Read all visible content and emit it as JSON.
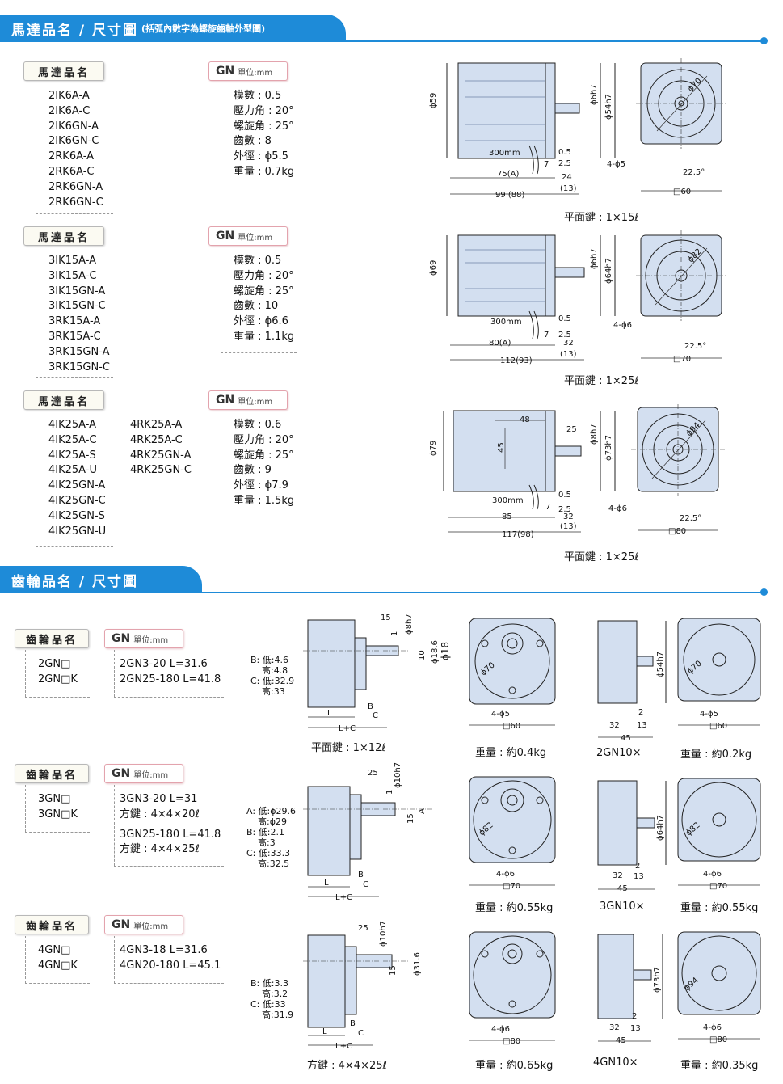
{
  "section1": {
    "title": "馬達品名 / 尺寸圖",
    "subtitle": "(括弧內數字為螺旋齒軸外型圖)"
  },
  "section2": {
    "title": "齒輪品名 / 尺寸圖"
  },
  "labels": {
    "motor_name": "馬達品名",
    "gear_name": "齒輪品名",
    "gn": "GN",
    "unit": "單位:mm"
  },
  "motors": [
    {
      "models_col1": [
        "2IK6A-A",
        "2IK6A-C",
        "2IK6GN-A",
        "2IK6GN-C",
        "2RK6A-A",
        "2RK6A-C",
        "2RK6GN-A",
        "2RK6GN-C"
      ],
      "models_col2": [],
      "specs": [
        "模數 : 0.5",
        "壓力角 : 20°",
        "螺旋角 : 25°",
        "齒數 : 8",
        "外徑 : ϕ5.5",
        "重量 : 0.7kg"
      ],
      "caption": "平面鍵 : 1×15ℓ",
      "dims": {
        "dia": "ϕ59",
        "shaft1": "ϕ6h7",
        "shaft2": "ϕ54h7",
        "lead": "300mm",
        "d05": "0.5",
        "d7": "7",
        "d25": "2.5",
        "len_a": "75(A)",
        "d24": "24",
        "len_total": "99 (88)",
        "d13": "(13)",
        "circle": "ϕ70",
        "holes": "4-ϕ5",
        "angle": "22.5°",
        "square": "□60"
      }
    },
    {
      "models_col1": [
        "3IK15A-A",
        "3IK15A-C",
        "3IK15GN-A",
        "3IK15GN-C",
        "3RK15A-A",
        "3RK15A-C",
        "3RK15GN-A",
        "3RK15GN-C"
      ],
      "models_col2": [],
      "specs": [
        "模數 : 0.5",
        "壓力角 : 20°",
        "螺旋角 : 25°",
        "齒數 : 10",
        "外徑 : ϕ6.6",
        "重量 : 1.1kg"
      ],
      "caption": "平面鍵 : 1×25ℓ",
      "dims": {
        "dia": "ϕ69",
        "shaft1": "ϕ6h7",
        "shaft2": "ϕ64h7",
        "lead": "300mm",
        "d05": "0.5",
        "d7": "7",
        "d25": "2.5",
        "len_a": "80(A)",
        "d24": "32",
        "len_total": "112(93)",
        "d13": "(13)",
        "circle": "ϕ82",
        "holes": "4-ϕ6",
        "angle": "22.5°",
        "square": "□70"
      }
    },
    {
      "models_col1": [
        "4IK25A-A",
        "4IK25A-C",
        "4IK25A-S",
        "4IK25A-U",
        "4IK25GN-A",
        "4IK25GN-C",
        "4IK25GN-S",
        "4IK25GN-U"
      ],
      "models_col2": [
        "4RK25A-A",
        "4RK25A-C",
        "4RK25GN-A",
        "4RK25GN-C"
      ],
      "specs": [
        "模數 : 0.6",
        "壓力角 : 20°",
        "螺旋角 : 25°",
        "齒數 : 9",
        "外徑 : ϕ7.9",
        "重量 : 1.5kg"
      ],
      "caption": "平面鍵 : 1×25ℓ",
      "dims": {
        "dia": "ϕ79",
        "shaft1": "ϕ8h7",
        "shaft2": "ϕ73h7",
        "lead": "300mm",
        "d05": "0.5",
        "d7": "7",
        "d25": "2.5",
        "len_a": "85",
        "d24": "32",
        "len_total": "117(98)",
        "d13": "(13)",
        "d48": "48",
        "d45": "45",
        "d25b": "25",
        "circle": "ϕ94",
        "holes": "4-ϕ6",
        "angle": "22.5°",
        "square": "□80"
      }
    }
  ],
  "gears": [
    {
      "names": [
        "2GN□",
        "2GN□K"
      ],
      "specs": [
        "2GN3-20 L=31.6",
        "2GN25-180 L=41.8"
      ],
      "note": "B: 低:4.6\n    高:4.8\nC: 低:32.9\n    高:33",
      "caption": "平面鍵 : 1×12ℓ",
      "weight1": "重量 : 約0.4kg",
      "decimal_caption": "2GN10×",
      "weight2": "重量 : 約0.2kg",
      "dims": {
        "d15": "15",
        "d1": "1",
        "shaft": "ϕ8h7",
        "d10": "10",
        "d186": "ϕ18.6",
        "d18": "ϕ18",
        "L": "L",
        "B": "B",
        "C": "C",
        "LC": "L+C",
        "circle": "ϕ70",
        "holes": "4-ϕ5",
        "square": "□60",
        "d54": "ϕ54h7",
        "d32": "32",
        "d2": "2",
        "d13": "13",
        "d45": "45"
      }
    },
    {
      "names": [
        "3GN□",
        "3GN□K"
      ],
      "specs": [
        "3GN3-20 L=31",
        "方鍵 : 4×4×20ℓ",
        "3GN25-180 L=41.8",
        "方鍵 : 4×4×25ℓ"
      ],
      "note": "A: 低:ϕ29.6\n    高:ϕ29\nB: 低:2.1\n    高:3\nC: 低:33.3\n    高:32.5",
      "caption": "",
      "weight1": "重量 : 約0.55kg",
      "decimal_caption": "3GN10×",
      "weight2": "重量 : 約0.55kg",
      "dims": {
        "d15": "25",
        "d1": "1",
        "shaft": "ϕ10h7",
        "d10": "15",
        "d186": "A",
        "d18": "",
        "L": "L",
        "B": "B",
        "C": "C",
        "LC": "L+C",
        "circle": "ϕ82",
        "holes": "4-ϕ6",
        "square": "□70",
        "d54": "ϕ64h7",
        "d32": "32",
        "d2": "2",
        "d13": "13",
        "d45": "45"
      }
    },
    {
      "names": [
        "4GN□",
        "4GN□K"
      ],
      "specs": [
        "4GN3-18 L=31.6",
        "4GN20-180 L=45.1"
      ],
      "note": "B: 低:3.3\n    高:3.2\nC: 低:33\n    高:31.9",
      "caption": "方鍵 : 4×4×25ℓ",
      "weight1": "重量 : 約0.65kg",
      "decimal_caption": "4GN10×",
      "weight2": "重量 : 約0.35kg",
      "dims": {
        "d15": "25",
        "d1": "",
        "shaft": "ϕ10h7",
        "d10": "15",
        "d186": "ϕ31.6",
        "d18": "",
        "L": "L",
        "B": "B",
        "C": "C",
        "LC": "L+C",
        "circle": "ϕ94",
        "holes": "4-ϕ6",
        "square": "□80",
        "d54": "ϕ73h7",
        "d32": "32",
        "d2": "2",
        "d13": "13",
        "d45": "45"
      }
    }
  ]
}
